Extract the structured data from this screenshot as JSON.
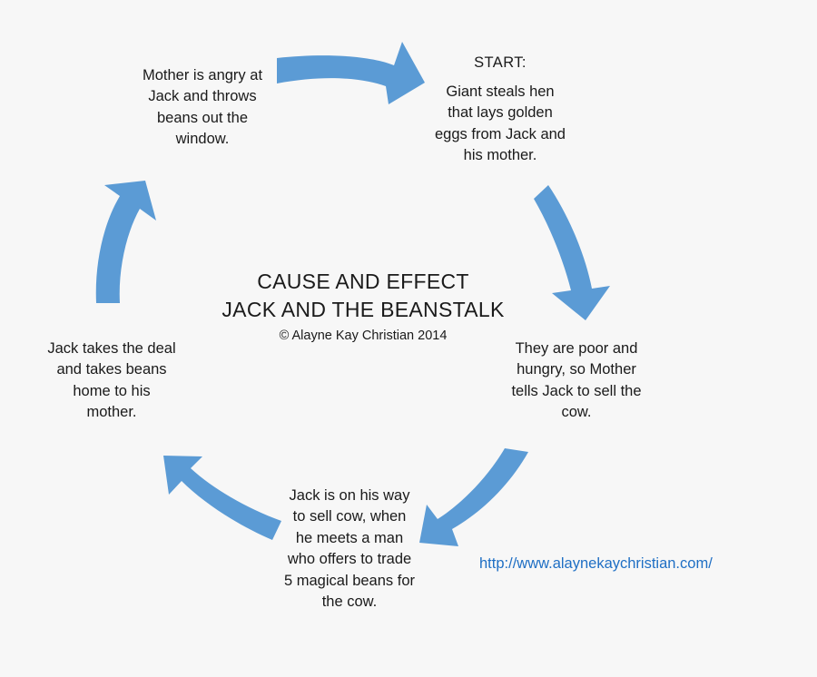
{
  "page": {
    "background_color": "#f7f7f7",
    "arrow_color": "#5b9bd5",
    "text_color": "#1a1a1a",
    "link_color": "#1f6fc4"
  },
  "center": {
    "title_line1": "CAUSE AND EFFECT",
    "title_line2": "JACK AND THE BEANSTALK",
    "credit": "© Alayne Kay Christian 2014"
  },
  "nodes": [
    {
      "id": "start",
      "label": "START:",
      "text": "Giant steals hen\nthat lays golden\neggs from Jack and\nhis mother."
    },
    {
      "id": "poor-hungry",
      "text": "They are poor and\nhungry, so Mother\ntells Jack to sell the\ncow."
    },
    {
      "id": "on-his-way",
      "text": "Jack is on his way\nto sell cow, when\nhe meets a man\nwho offers to trade\n5 magical beans for\nthe cow."
    },
    {
      "id": "takes-deal",
      "text": "Jack takes the deal\nand takes beans\nhome to his\nmother."
    },
    {
      "id": "mother-angry",
      "text": "Mother is angry at\nJack and throws\nbeans out the\nwindow."
    }
  ],
  "arrows": [
    {
      "id": "arrow-top",
      "direction": "right",
      "from": "mother-angry",
      "to": "start"
    },
    {
      "id": "arrow-right",
      "direction": "down",
      "from": "start",
      "to": "poor-hungry"
    },
    {
      "id": "arrow-bottom-right",
      "direction": "down-left",
      "from": "poor-hungry",
      "to": "on-his-way"
    },
    {
      "id": "arrow-bottom-left",
      "direction": "up-left",
      "from": "on-his-way",
      "to": "takes-deal"
    },
    {
      "id": "arrow-left",
      "direction": "up",
      "from": "takes-deal",
      "to": "mother-angry"
    }
  ],
  "footer": {
    "url_text": "http://www.alaynekaychristian.com/"
  }
}
